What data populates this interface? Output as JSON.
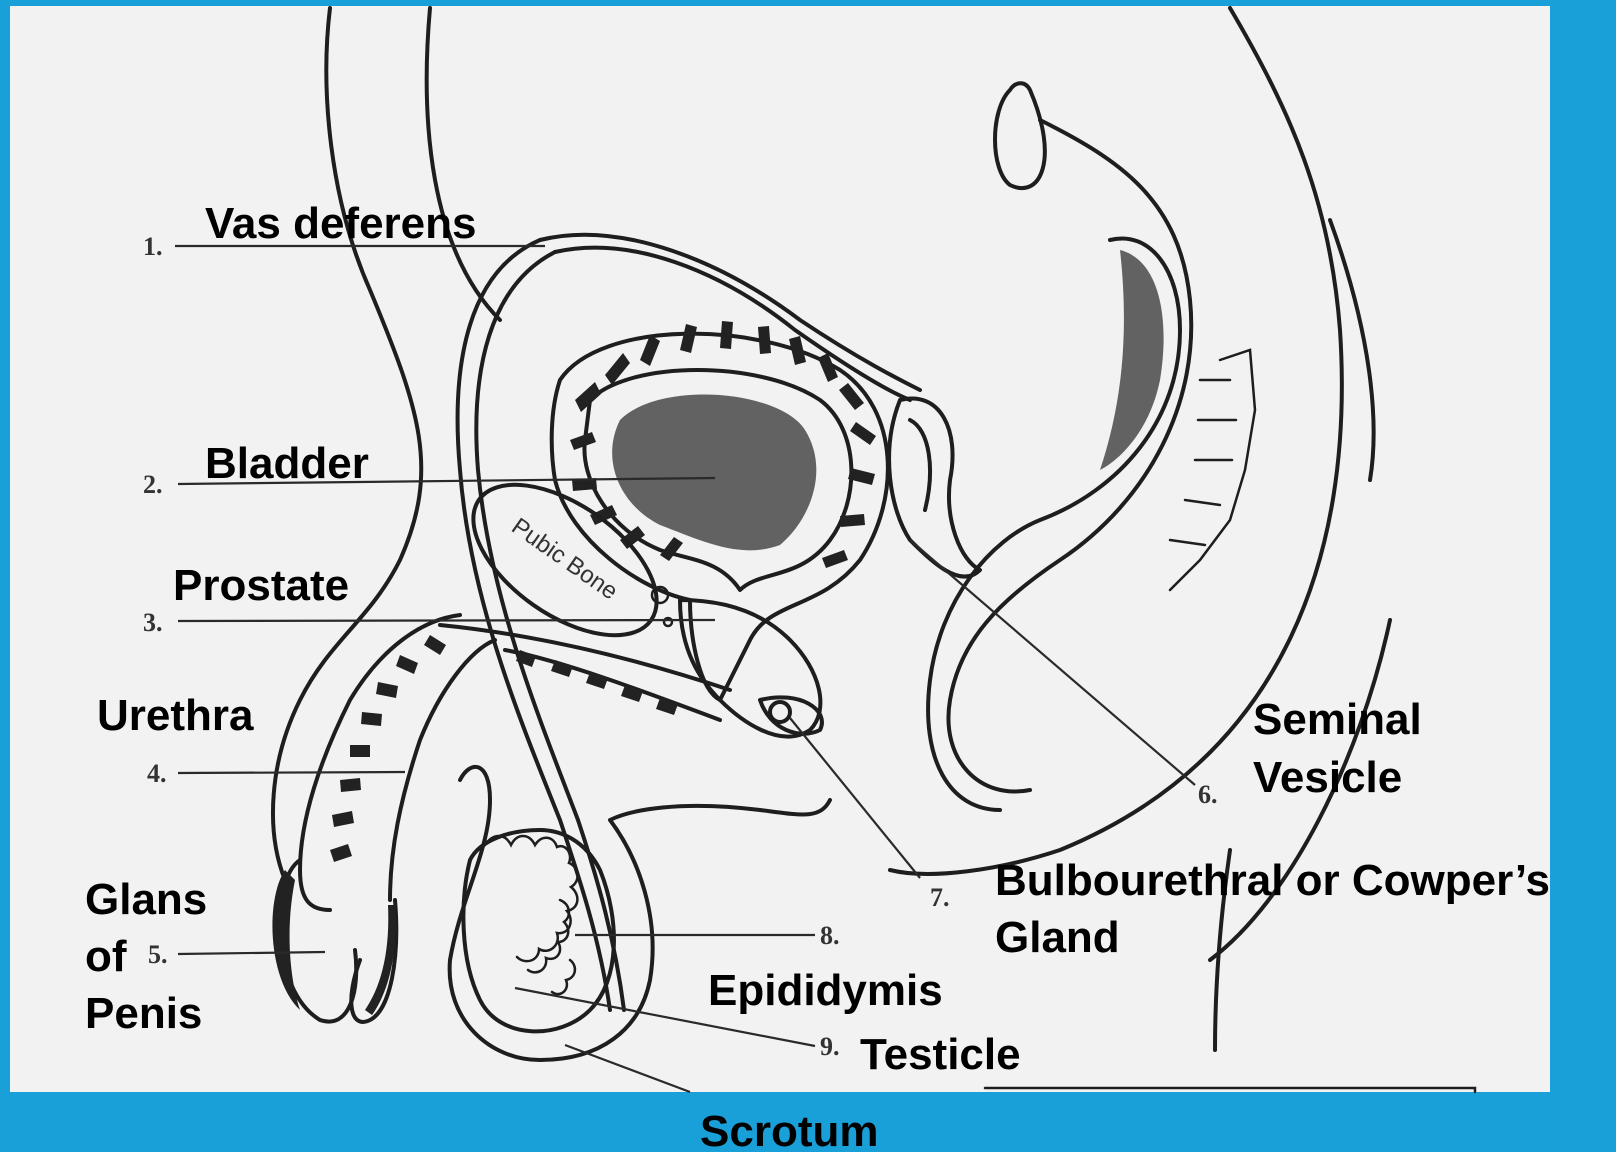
{
  "labels": {
    "vas_deferens": "Vas deferens",
    "bladder": "Bladder",
    "prostate": "Prostate",
    "urethra": "Urethra",
    "glans_line1": "Glans",
    "glans_line2": "of",
    "glans_line3": "Penis",
    "seminal_line1": "Seminal",
    "seminal_line2": "Vesicle",
    "cowper_line1": "Bulbourethral or Cowper’s",
    "cowper_line2": "Gland",
    "epididymis": "Epididymis",
    "testicle": "Testicle",
    "scrotum": "Scrotum",
    "pubic_bone": "Pubic Bone"
  },
  "numbers": {
    "n1": "1.",
    "n2": "2.",
    "n3": "3.",
    "n4": "4.",
    "n5": "5.",
    "n6": "6.",
    "n7": "7.",
    "n8": "8.",
    "n9": "9."
  },
  "colors": {
    "frame": "#1aa0d8",
    "panel": "#f2f2f2",
    "ink": "#1e1e1e"
  }
}
